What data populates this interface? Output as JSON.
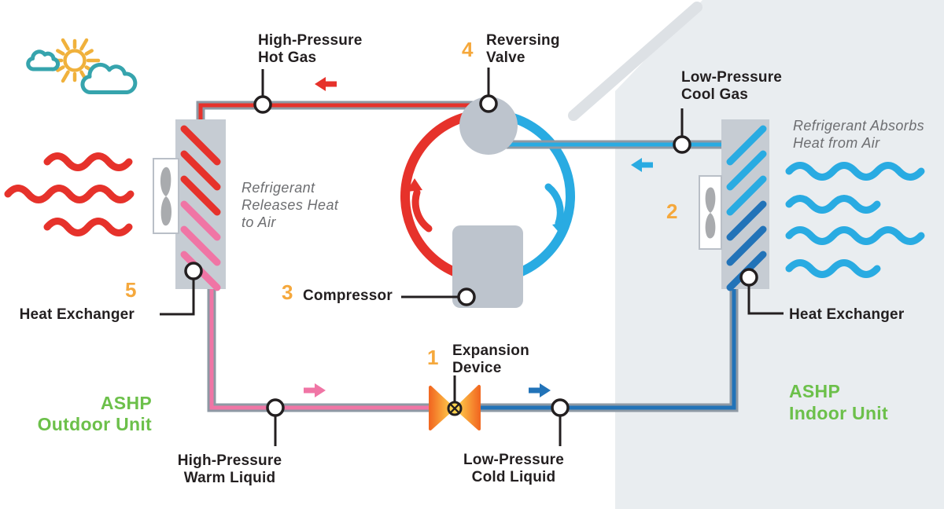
{
  "colors": {
    "red": "#E6322B",
    "pink": "#F075A5",
    "blue_bright": "#29ABE2",
    "blue_dark": "#2273B8",
    "pipe_casing": "#8E99A4",
    "machine_gray": "#BDC4CD",
    "exchanger_gray": "#C6CCD3",
    "fan_gray": "#A9ABAE",
    "fan_box_border": "#B9BFC7",
    "orange": "#F5A83C",
    "valve_orange": "#F26A22",
    "valve_yellow": "#FFD34E",
    "green": "#6CC04A",
    "ink": "#231F20",
    "text_gray": "#6D6E71",
    "teal": "#36A4AD",
    "sun": "#F0B13C",
    "house": "#E9EDF0",
    "roof_band": "#DDE1E5"
  },
  "icons": {
    "sun": "sun-icon",
    "clouds": "cloud-icon",
    "outdoor_air": "warm-air-waves-icon",
    "indoor_air": "cool-air-waves-icon",
    "house": "house-silhouette",
    "fan": "fan-icon"
  },
  "labels": {
    "high_pressure_hot_gas": {
      "line1": "High-Pressure",
      "line2": "Hot Gas"
    },
    "reversing_valve": {
      "number": "4",
      "line1": "Reversing",
      "line2": "Valve"
    },
    "low_pressure_cool_gas": {
      "line1": "Low-Pressure",
      "line2": "Cool Gas"
    },
    "refrigerant_absorbs": {
      "line1": "Refrigerant Absorbs",
      "line2": "Heat from Air"
    },
    "refrigerant_releases": {
      "line1": "Refrigerant",
      "line2": "Releases Heat",
      "line3": "to Air"
    },
    "heat_exchanger_outdoor": {
      "number": "5",
      "text": "Heat Exchanger"
    },
    "heat_exchanger_indoor": {
      "text": "Heat Exchanger"
    },
    "compressor": {
      "number": "3",
      "text": "Compressor"
    },
    "expansion_device": {
      "number": "1",
      "line1": "Expansion",
      "line2": "Device"
    },
    "indoor_fan": {
      "number": "2"
    },
    "high_pressure_warm_liquid": {
      "line1": "High-Pressure",
      "line2": "Warm Liquid"
    },
    "low_pressure_cold_liquid": {
      "line1": "Low-Pressure",
      "line2": "Cold Liquid"
    },
    "ashp_outdoor_unit": {
      "line1": "ASHP",
      "line2": "Outdoor Unit"
    },
    "ashp_indoor_unit": {
      "line1": "ASHP",
      "line2": "Indoor Unit"
    }
  }
}
